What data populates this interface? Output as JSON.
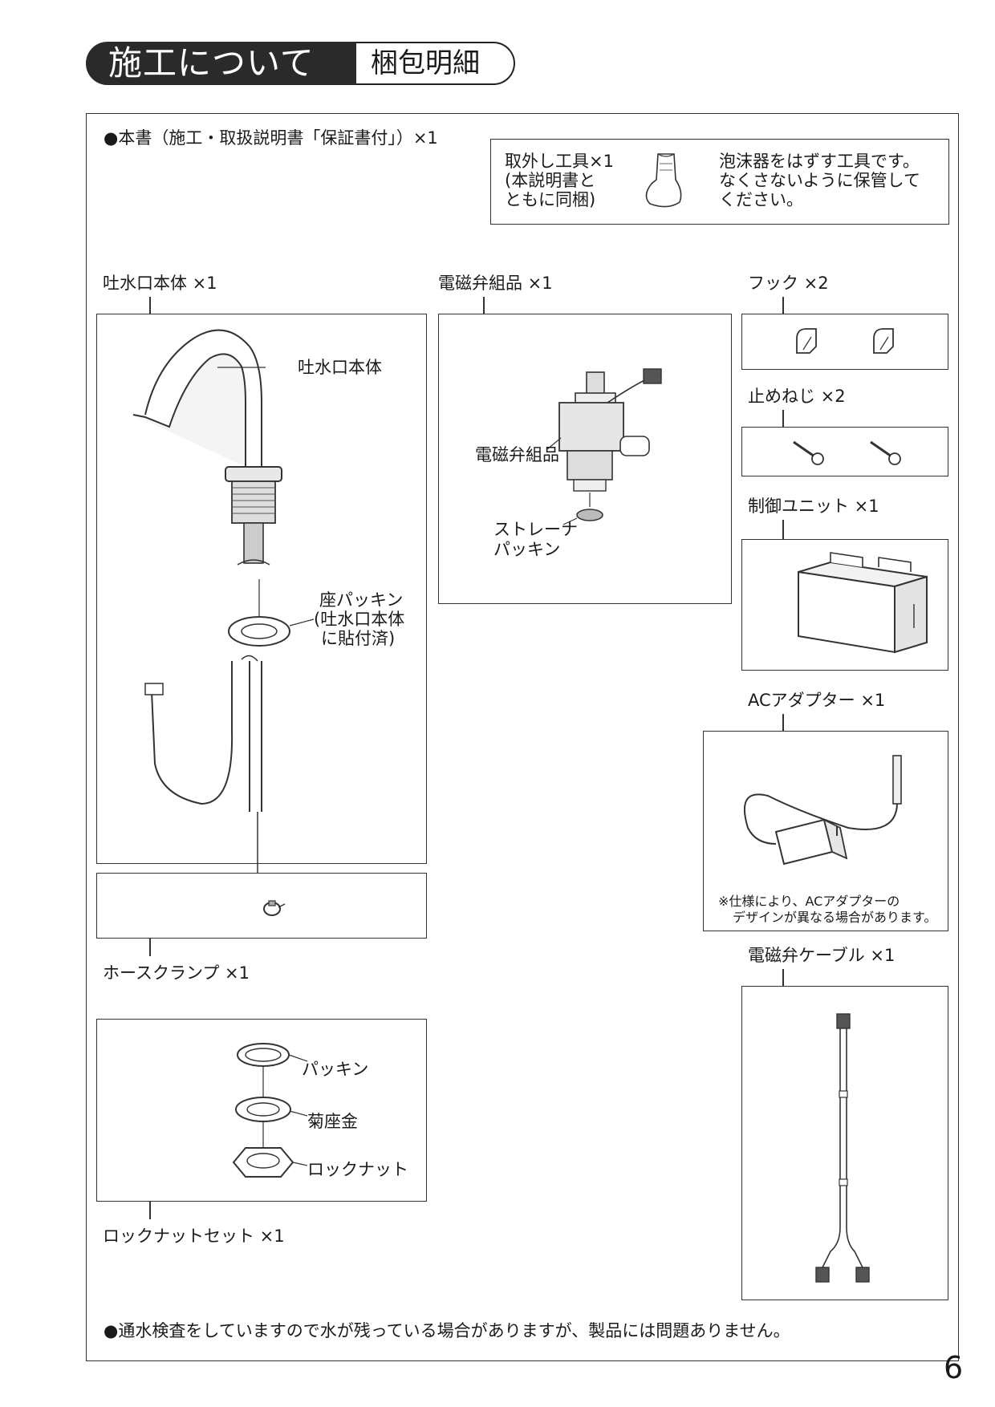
{
  "header": {
    "section_title": "施工について",
    "subsection_title": "梱包明細"
  },
  "top_note": "●本書（施工・取扱説明書「保証書付」）×1",
  "tool_box": {
    "name_lines": [
      "取外し工具×1",
      "(本説明書と",
      "ともに同梱)"
    ],
    "desc_lines": [
      "泡沫器をはずす工具です。",
      "なくさないように保管して",
      "ください。"
    ]
  },
  "spout": {
    "heading": "吐水口本体 ×1",
    "label_body": "吐水口本体",
    "seat_packing_lines": [
      "座パッキン",
      "(吐水口本体",
      "に貼付済)"
    ]
  },
  "hose_clamp": {
    "heading": "ホースクランプ ×1"
  },
  "locknut_set": {
    "heading": "ロックナットセット ×1",
    "packing": "パッキン",
    "washer": "菊座金",
    "locknut": "ロックナット"
  },
  "valve": {
    "heading": "電磁弁組品 ×1",
    "label": "電磁弁組品",
    "strainer_lines": [
      "ストレーナ",
      "パッキン"
    ]
  },
  "hook": {
    "heading": "フック ×2"
  },
  "screw": {
    "heading": "止めねじ ×2"
  },
  "control": {
    "heading": "制御ユニット ×1"
  },
  "adapter": {
    "heading": "ACアダプター ×1",
    "note_lines": [
      "※仕様により、ACアダプターの",
      "デザインが異なる場合があります。"
    ]
  },
  "cable": {
    "heading": "電磁弁ケーブル ×1"
  },
  "bottom_note": "●通水検査をしていますので水が残っている場合がありますが、製品には問題ありません。",
  "page_number": "6"
}
